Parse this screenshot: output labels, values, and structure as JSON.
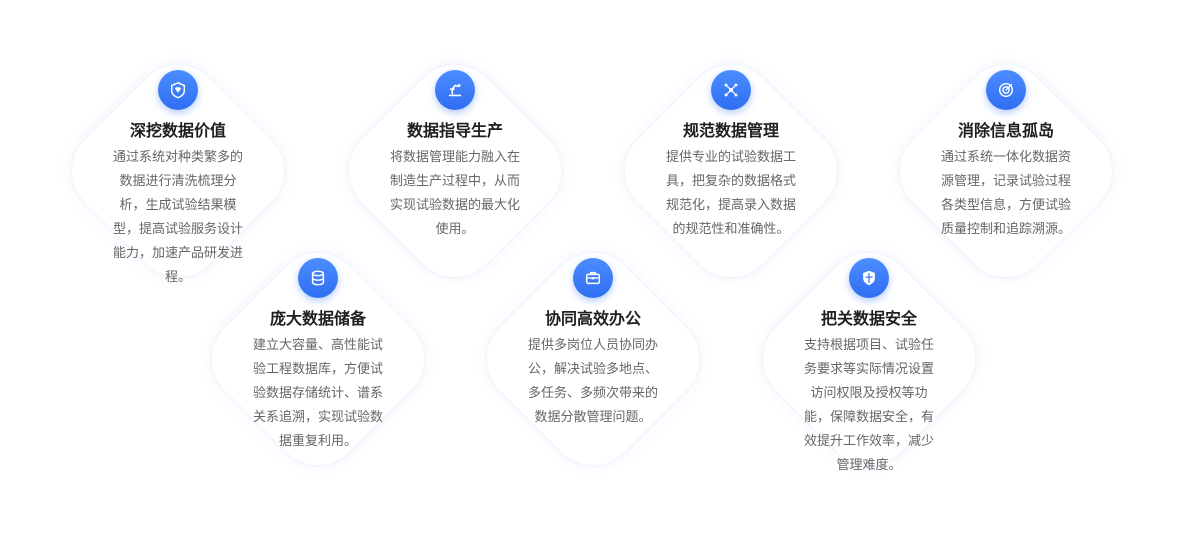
{
  "cards": [
    {
      "icon": "gem-shield-icon",
      "title": "深挖数据价值",
      "desc": "通过系统对种类繁多的数据进行清洗梳理分析，生成试验结果模型，提高试验服务设计能力，加速产品研发进程。"
    },
    {
      "icon": "microscope-icon",
      "title": "数据指导生产",
      "desc": "将数据管理能力融入在制造生产过程中，从而实现试验数据的最大化使用。"
    },
    {
      "icon": "network-icon",
      "title": "规范数据管理",
      "desc": "提供专业的试验数据工具，把复杂的数据格式规范化，提高录入数据的规范性和准确性。"
    },
    {
      "icon": "target-icon",
      "title": "消除信息孤岛",
      "desc": "通过系统一体化数据资源管理，记录试验过程各类型信息，方便试验质量控制和追踪溯源。"
    },
    {
      "icon": "database-icon",
      "title": "庞大数据储备",
      "desc": "建立大容量、高性能试验工程数据库，方便试验数据存储统计、谱系关系追溯，实现试验数据重复利用。"
    },
    {
      "icon": "briefcase-icon",
      "title": "协同高效办公",
      "desc": "提供多岗位人员协同办公，解决试验多地点、多任务、多频次带来的数据分散管理问题。"
    },
    {
      "icon": "security-shield-icon",
      "title": "把关数据安全",
      "desc": "支持根据项目、试验任务要求等实际情况设置访问权限及授权等功能，保障数据安全，有效提升工作效率，减少管理难度。"
    }
  ]
}
